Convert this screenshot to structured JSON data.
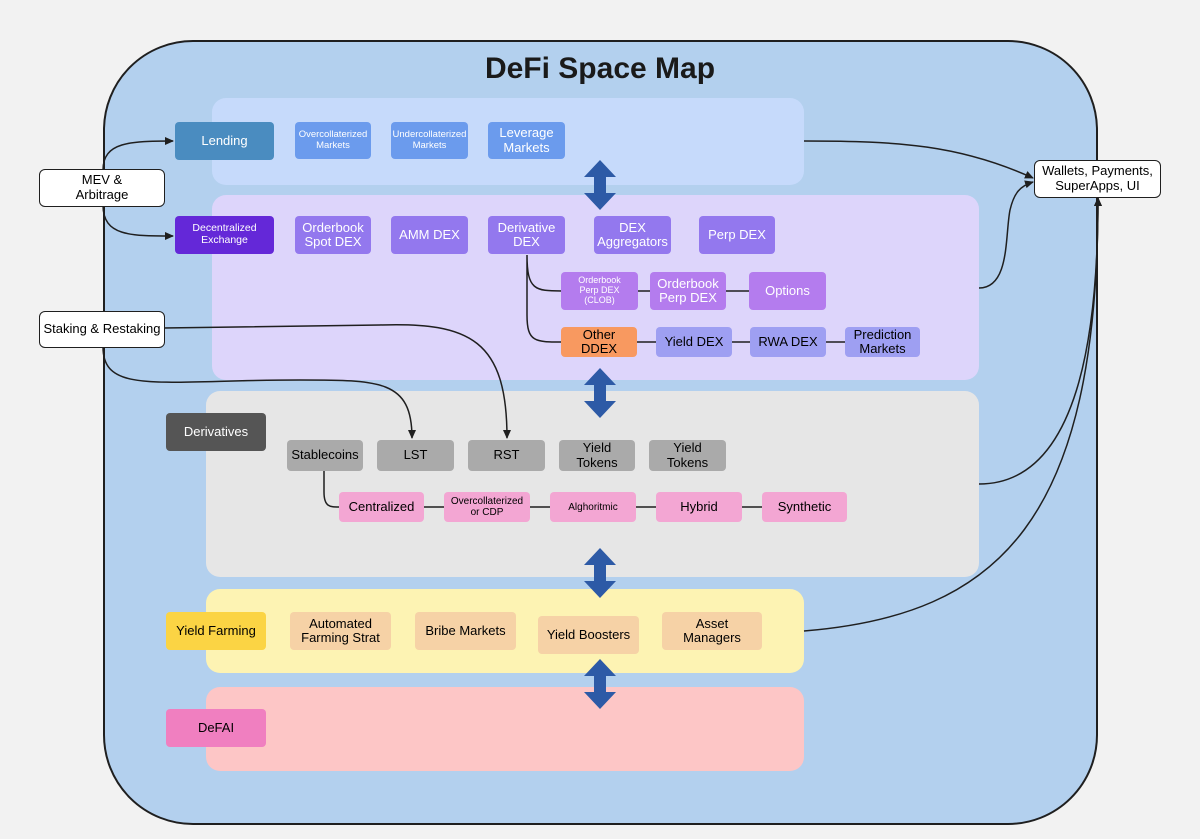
{
  "title": "DeFi Space Map",
  "external": {
    "mev": "MEV &\nArbitrage",
    "staking": "Staking & Restaking",
    "wallets": "Wallets, Payments,\nSuperApps, UI"
  },
  "lending": {
    "label": "Lending",
    "items": [
      "Overcollaterized\nMarkets",
      "Undercollaterized\nMarkets",
      "Leverage\nMarkets"
    ]
  },
  "dex": {
    "label": "Decentralized\nExchange",
    "items": [
      "Orderbook\nSpot DEX",
      "AMM DEX",
      "Derivative\nDEX",
      "DEX\nAggregators",
      "Perp DEX"
    ],
    "derivative_row1": [
      "Orderbook\nPerp DEX\n(CLOB)",
      "Orderbook\nPerp DEX",
      "Options"
    ],
    "derivative_row2": [
      "Other DDEX",
      "Yield DEX",
      "RWA DEX",
      "Prediction\nMarkets"
    ]
  },
  "derivatives": {
    "label": "Derivatives",
    "items": [
      "Stablecoins",
      "LST",
      "RST",
      "Yield Tokens",
      "Yield Tokens"
    ],
    "stablecoin_types": [
      "Centralized",
      "Overcollaterized\nor CDP",
      "Alghoritmic",
      "Hybrid",
      "Synthetic"
    ]
  },
  "yield": {
    "label": "Yield Farming",
    "items": [
      "Automated\nFarming Strat",
      "Bribe Markets",
      "Yield Boosters",
      "Asset Managers"
    ]
  },
  "defai": {
    "label": "DeFAI"
  },
  "colors": {
    "outer": "#b3d0ee",
    "lending_panel": "#c6dafb",
    "dex_panel": "#ddd5fb",
    "derivatives_panel": "#e6e6e6",
    "yield_panel": "#fdf3b3",
    "defai_panel": "#fdc6c6",
    "arrow": "#2d5aa6"
  }
}
